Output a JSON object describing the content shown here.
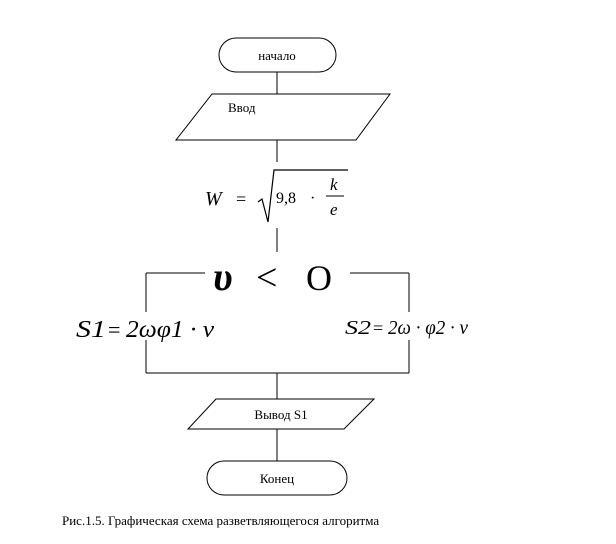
{
  "flowchart": {
    "start_label": "начало",
    "input_label": "Ввод",
    "formula_w": {
      "lhs": "W",
      "eq": "=",
      "coef": "9,8",
      "dot": "·",
      "num": "k",
      "den": "e"
    },
    "condition": {
      "var": "υ",
      "op": "<",
      "value": "O"
    },
    "formula_s1": {
      "lhs": "S1",
      "eq": "=",
      "rhs": "2ωφ1 · v"
    },
    "formula_s2": {
      "lhs": "S2",
      "eq": "=",
      "rhs": "2ω · φ2 · v"
    },
    "output_label": "Вывод S1",
    "end_label": "Конец"
  },
  "caption": "Рис.1.5. Графическая схема разветвляющегося алгоритма",
  "colors": {
    "line": "#000000",
    "background": "#ffffff"
  }
}
